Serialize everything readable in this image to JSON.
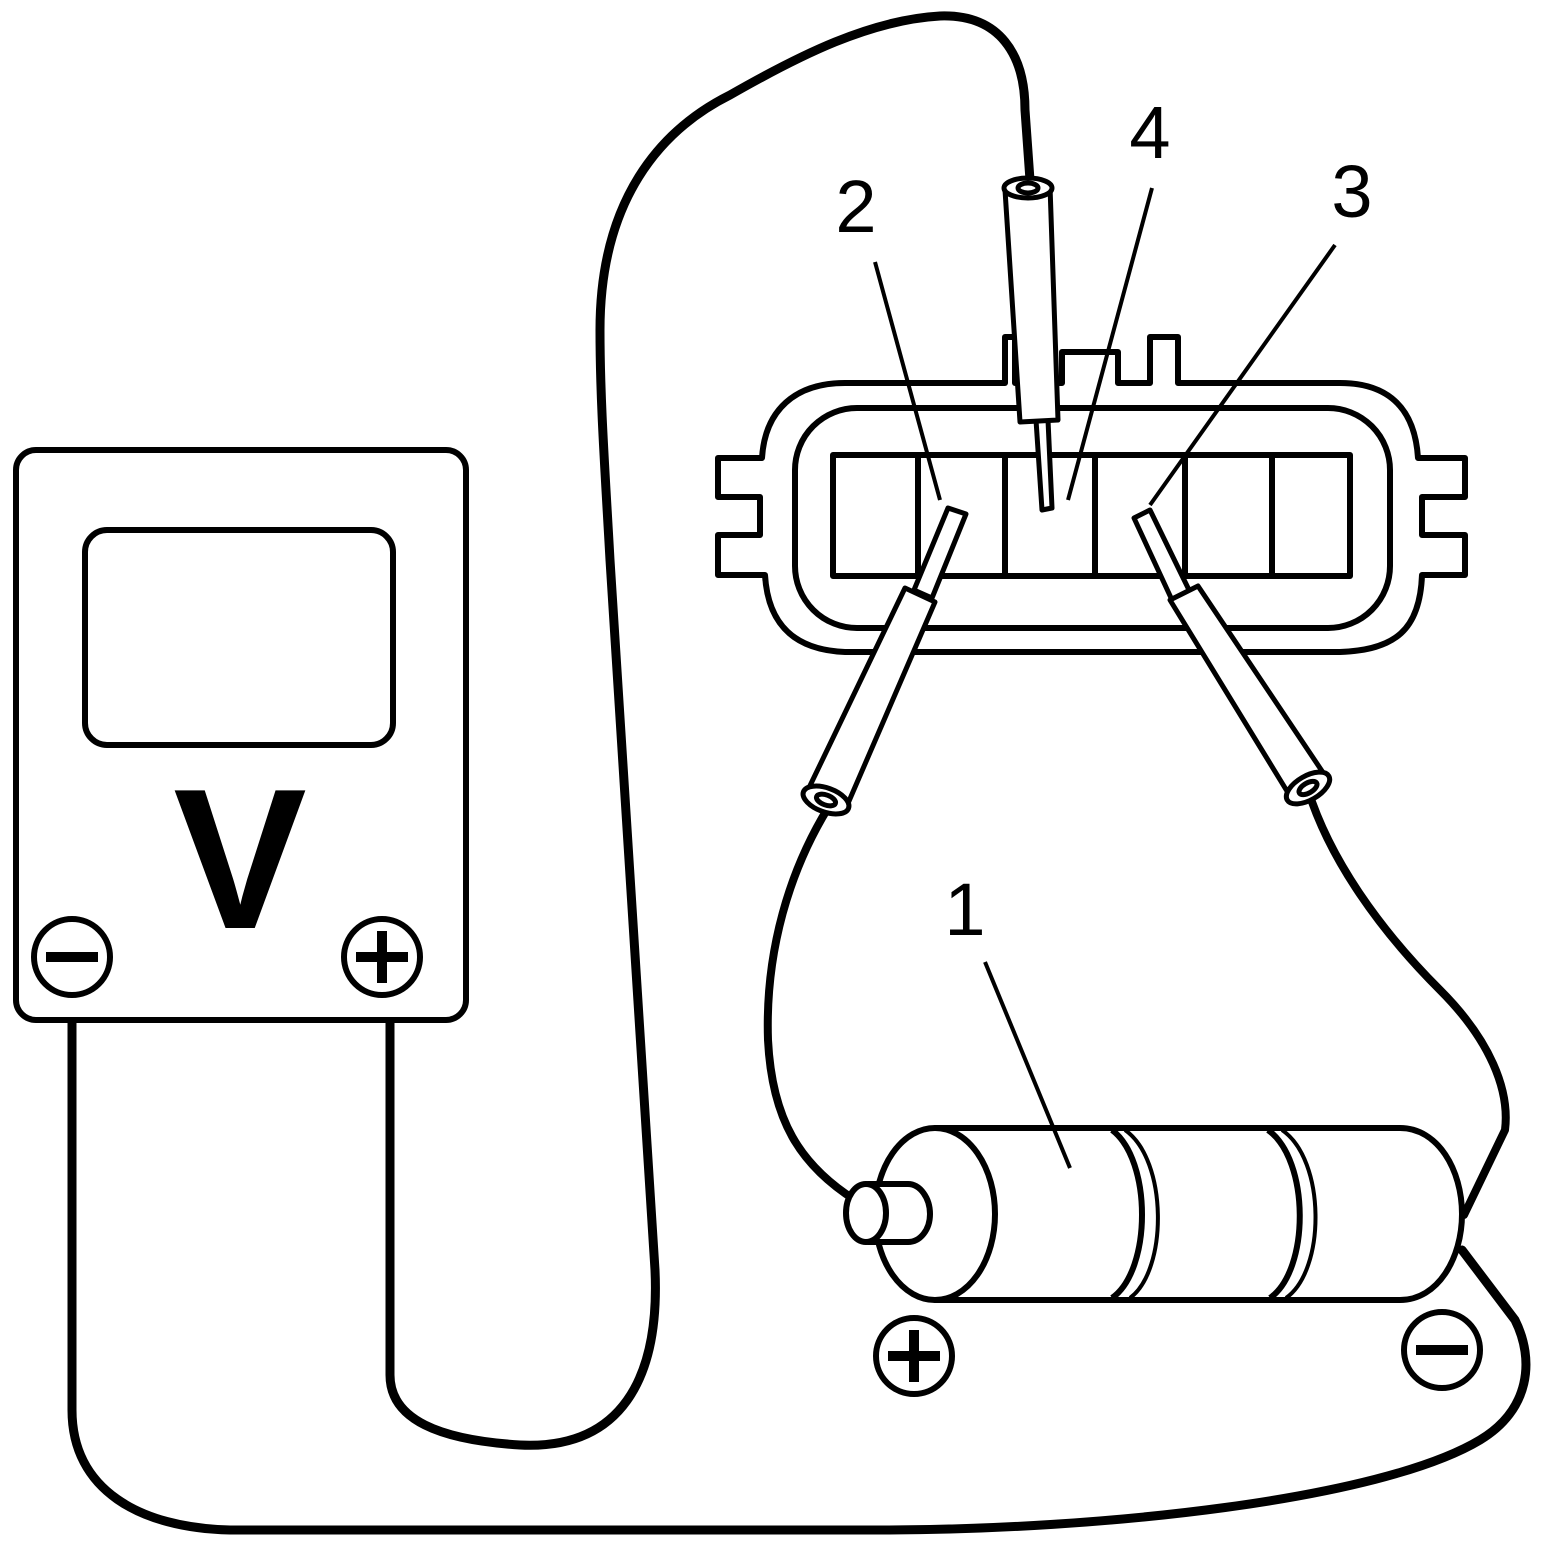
{
  "meter": {
    "letter": "V",
    "neg_symbol": "−",
    "pos_symbol": "+"
  },
  "battery": {
    "pos_symbol": "+",
    "neg_symbol": "−"
  },
  "callouts": [
    {
      "id": "1",
      "text": "1"
    },
    {
      "id": "2",
      "text": "2"
    },
    {
      "id": "3",
      "text": "3"
    },
    {
      "id": "4",
      "text": "4"
    }
  ],
  "colors": {
    "stroke": "#000000",
    "background": "#ffffff"
  }
}
